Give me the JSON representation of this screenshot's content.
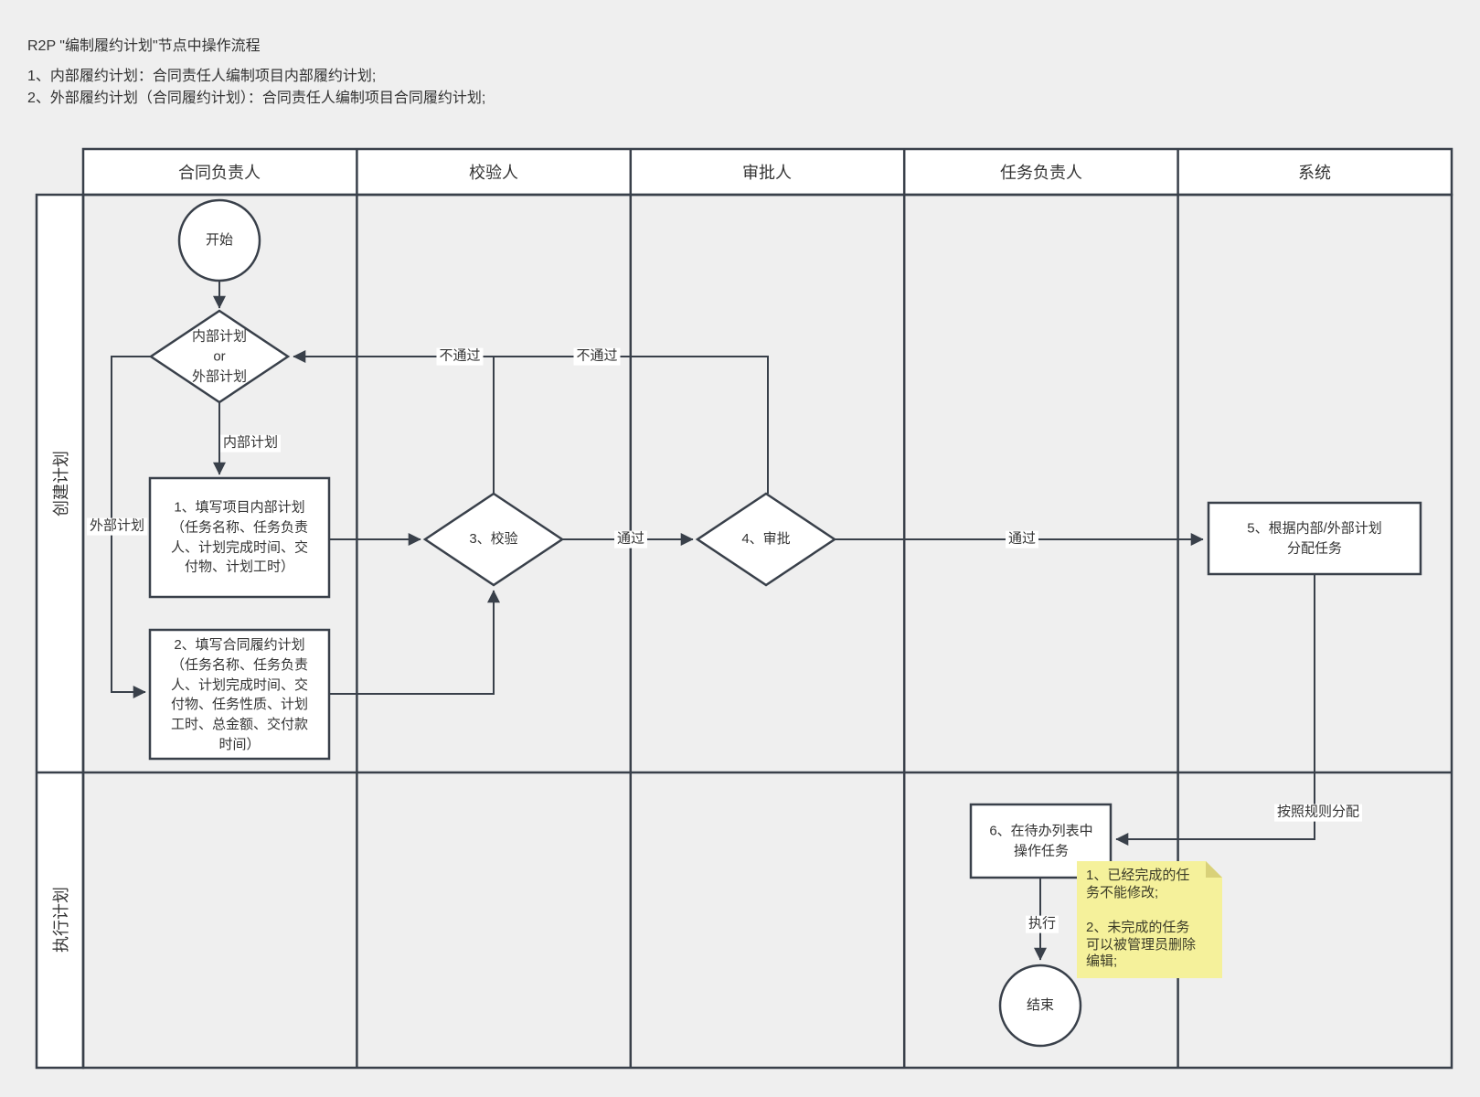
{
  "header": {
    "title": "R2P \"编制履约计划\"节点中操作流程",
    "notes": [
      "1、内部履约计划：合同责任人编制项目内部履约计划;",
      "2、外部履约计划（合同履约计划）：合同责任人编制项目合同履约计划;"
    ]
  },
  "swimlane": {
    "columns": [
      "合同负责人",
      "校验人",
      "审批人",
      "任务负责人",
      "系统"
    ],
    "rows": [
      "创建计划",
      "执行计划"
    ]
  },
  "nodes": {
    "start": "开始",
    "plan_type_decision": "内部计划\nor\n外部计划",
    "step1": "1、填写项目内部计划\n（任务名称、任务负责\n人、计划完成时间、交\n付物、计划工时）",
    "step2": "2、填写合同履约计划\n（任务名称、任务负责\n人、计划完成时间、交\n付物、任务性质、计划\n工时、总金额、交付款\n时间）",
    "step3": "3、校验",
    "step4": "4、审批",
    "step5": "5、根据内部/外部计划\n分配任务",
    "step6": "6、在待办列表中\n操作任务",
    "end": "结束"
  },
  "edges": {
    "internal_plan": "内部计划",
    "external_plan": "外部计划",
    "check_fail": "不通过",
    "approve_fail": "不通过",
    "check_pass": "通过",
    "approve_pass": "通过",
    "assign_by_rule": "按照规则分配",
    "execute": "执行"
  },
  "sticky_note": {
    "text": "1、已经完成的任\n务不能修改;\n\n2、未完成的任务\n可以被管理员删除\n编辑;"
  },
  "colors": {
    "line": "#39404a",
    "shape_fill": "#ffffff",
    "canvas_bg": "#efefef",
    "note_bg": "#f5f19b",
    "note_fold": "#d9d179"
  }
}
